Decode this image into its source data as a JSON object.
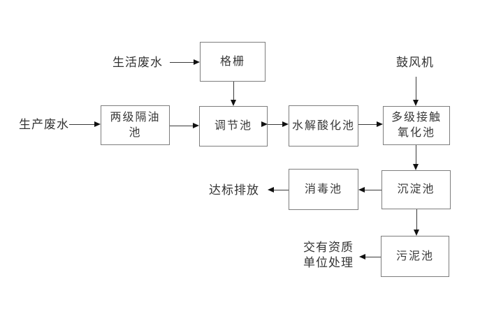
{
  "diagram": {
    "type": "flowchart",
    "subject": "wastewater treatment process flow",
    "nodes": {
      "grating": {
        "label": "格栅"
      },
      "oil_separation": {
        "label": "两级隔油池"
      },
      "regulating": {
        "label": "调节池"
      },
      "hydrolysis": {
        "label": "水解酸化池"
      },
      "contact_oxidation": {
        "label": "多级接触氧化池"
      },
      "sedimentation": {
        "label": "沉淀池"
      },
      "disinfection": {
        "label": "消毒池"
      },
      "sludge": {
        "label": "污泥池"
      }
    },
    "labels": {
      "domestic": "生活废水",
      "production": "生产废水",
      "blower": "鼓风机",
      "discharge": "达标排放",
      "qualified_line1": "交有资质",
      "qualified_line2": "单位处理"
    },
    "edges": [
      {
        "from": "生活废水",
        "to": "格栅"
      },
      {
        "from": "格栅",
        "to": "调节池"
      },
      {
        "from": "生产废水",
        "to": "两级隔油池"
      },
      {
        "from": "两级隔油池",
        "to": "调节池"
      },
      {
        "from": "调节池",
        "to": "水解酸化池"
      },
      {
        "from": "水解酸化池",
        "to": "多级接触氧化池"
      },
      {
        "from": "鼓风机",
        "to": "多级接触氧化池"
      },
      {
        "from": "多级接触氧化池",
        "to": "沉淀池"
      },
      {
        "from": "沉淀池",
        "to": "消毒池"
      },
      {
        "from": "消毒池",
        "to": "达标排放"
      },
      {
        "from": "沉淀池",
        "to": "污泥池"
      },
      {
        "from": "污泥池",
        "to": "交有资质单位处理"
      }
    ],
    "colors": {
      "background": "#ffffff",
      "box_border": "#7d7d7d",
      "text": "#383838",
      "line": "#3a3a3a",
      "arrowhead": "#111111"
    }
  }
}
